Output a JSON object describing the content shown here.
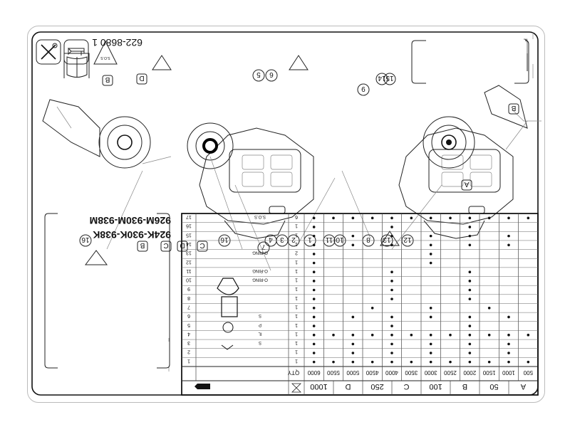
{
  "header": {
    "part_number": "622-8680 1",
    "models_line1": "924K-930K-938K",
    "models_line2": "926M-930M-938M"
  },
  "sections": {
    "interval_mark": "S.O.S"
  },
  "callouts": {
    "c1": "1",
    "c2": "2",
    "c3": "3",
    "c4": "4",
    "c5": "5",
    "c6": "6",
    "c7": "7",
    "c8": "8",
    "c9": "9",
    "c10": "10",
    "c11": "11",
    "c12": "12",
    "c13": "13",
    "c14": "14",
    "c15": "15",
    "c16": "16",
    "c16b": "16",
    "A": "A",
    "B1": "B",
    "B2": "B",
    "B3": "B",
    "C1": "C",
    "C2": "C",
    "D1": "D",
    "D2": "D"
  },
  "table": {
    "qty_label": "QTY",
    "hours": [
      "500",
      "1000",
      "1500",
      "2000",
      "2500",
      "3000",
      "3500",
      "4000",
      "4500",
      "5000",
      "5500",
      "6000"
    ],
    "letter_headers": [
      "A",
      "50",
      "B",
      "100",
      "C",
      "250",
      "D",
      "1000"
    ],
    "row_numbers": [
      "1",
      "2",
      "3",
      "4",
      "5",
      "6",
      "7",
      "8",
      "9",
      "10",
      "11",
      "12",
      "13",
      "14",
      "15",
      "16",
      "17"
    ],
    "qty": [
      "1",
      "1",
      "1",
      "1",
      "1",
      "1",
      "1",
      "1",
      "1",
      "1",
      "1",
      "1",
      "2",
      "1",
      "1",
      "1",
      "6"
    ],
    "row_text": [
      "",
      "",
      "S",
      "IL",
      "P",
      "S",
      "",
      "",
      "",
      "O-RING",
      "O-RING",
      "",
      "O-RING",
      "",
      "",
      "",
      "S.O.S"
    ],
    "marks": [
      [
        1,
        1,
        1,
        1,
        1,
        1,
        1,
        1,
        1,
        1,
        1,
        1
      ],
      [
        0,
        1,
        0,
        1,
        0,
        1,
        0,
        1,
        0,
        1,
        0,
        1
      ],
      [
        0,
        1,
        0,
        1,
        0,
        1,
        0,
        1,
        0,
        1,
        0,
        1
      ],
      [
        1,
        1,
        1,
        1,
        1,
        1,
        1,
        1,
        1,
        1,
        1,
        1
      ],
      [
        0,
        0,
        0,
        1,
        0,
        0,
        0,
        1,
        0,
        0,
        0,
        1
      ],
      [
        0,
        1,
        0,
        1,
        0,
        1,
        0,
        1,
        0,
        1,
        0,
        1
      ],
      [
        0,
        0,
        1,
        0,
        0,
        1,
        0,
        0,
        1,
        0,
        0,
        1
      ],
      [
        0,
        0,
        0,
        1,
        0,
        0,
        0,
        1,
        0,
        0,
        0,
        1
      ],
      [
        0,
        0,
        0,
        1,
        0,
        0,
        0,
        1,
        0,
        0,
        0,
        1
      ],
      [
        0,
        0,
        0,
        1,
        0,
        0,
        0,
        1,
        0,
        0,
        0,
        1
      ],
      [
        0,
        0,
        0,
        1,
        0,
        0,
        0,
        1,
        0,
        0,
        0,
        1
      ],
      [
        0,
        0,
        0,
        0,
        0,
        1,
        0,
        0,
        0,
        0,
        0,
        1
      ],
      [
        0,
        0,
        0,
        0,
        0,
        1,
        0,
        0,
        0,
        0,
        0,
        1
      ],
      [
        0,
        1,
        0,
        1,
        0,
        1,
        0,
        1,
        0,
        1,
        0,
        1
      ],
      [
        0,
        1,
        0,
        1,
        0,
        1,
        0,
        1,
        0,
        1,
        0,
        1
      ],
      [
        0,
        0,
        0,
        1,
        0,
        0,
        0,
        1,
        0,
        0,
        0,
        1
      ],
      [
        1,
        1,
        1,
        1,
        1,
        1,
        1,
        1,
        1,
        1,
        1,
        1
      ]
    ]
  }
}
